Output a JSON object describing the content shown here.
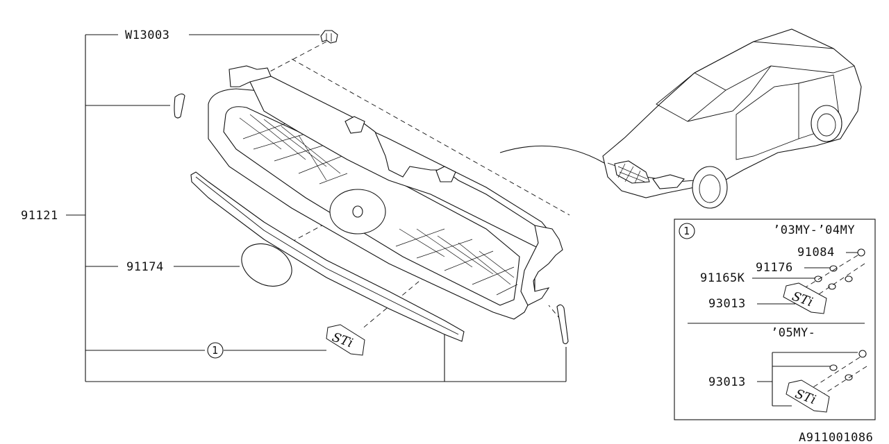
{
  "callouts": {
    "assembly": "91121",
    "clip": "W13003",
    "emblem": "91174",
    "ref_marker": "1"
  },
  "detail_box": {
    "marker": "1",
    "range_top": "’03MY-’04MY",
    "range_bottom": "’05MY-",
    "part_nut": "91084",
    "part_washer": "91176",
    "part_spacer": "91165K",
    "part_badge_top": "93013",
    "part_badge_bottom": "93013"
  },
  "figure_code": "A911001086"
}
